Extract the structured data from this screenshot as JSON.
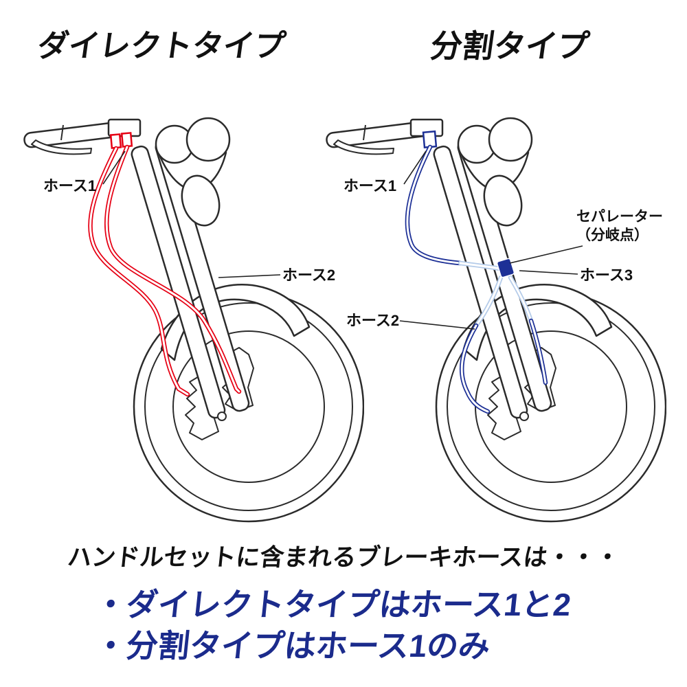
{
  "diagrams": {
    "direct": {
      "title": "ダイレクトタイプ",
      "hose_color": "#e60014",
      "labels": {
        "hose1": "ホース1",
        "hose2": "ホース2"
      }
    },
    "split": {
      "title": "分割タイプ",
      "hose_color": "#1d3096",
      "hose_color_light": "#b4cbe9",
      "labels": {
        "hose1": "ホース1",
        "hose2": "ホース2",
        "hose3": "ホース3",
        "separator_line1": "セパレーター",
        "separator_line2": "（分岐点）"
      }
    }
  },
  "footer": {
    "intro": "ハンドルセットに含まれるブレーキホースは・・・",
    "bullets": [
      "・ダイレクトタイプはホース1と2",
      "・分割タイプはホース1のみ"
    ],
    "text_color": "#1b2b8c"
  },
  "line_art_color": "#2b2b2b"
}
